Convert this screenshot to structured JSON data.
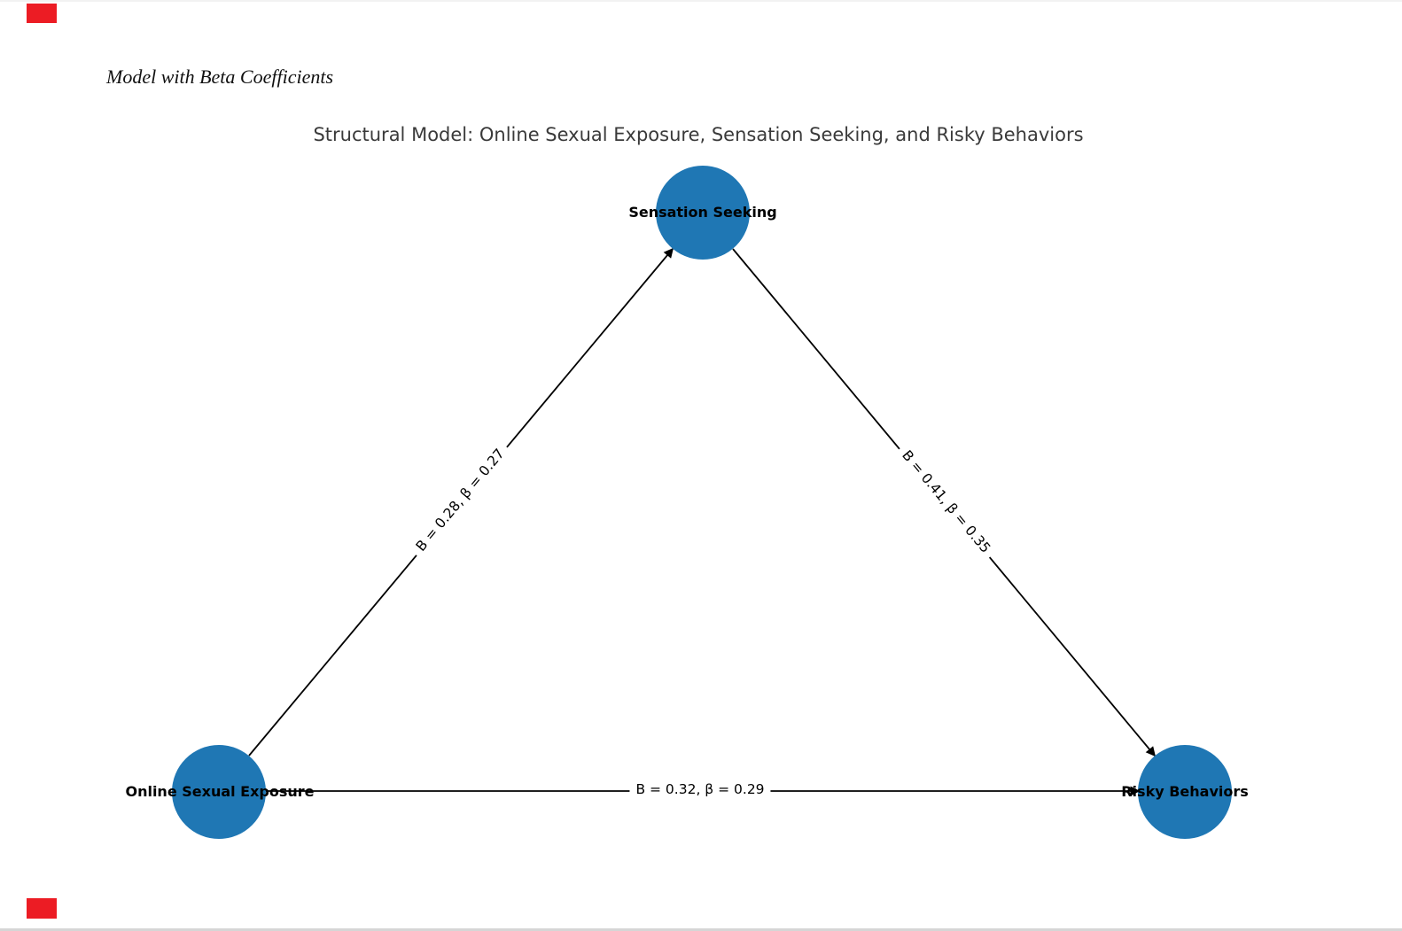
{
  "page": {
    "heading": "Model with Beta Coefficients"
  },
  "diagram": {
    "title": "Structural Model: Online Sexual Exposure, Sensation Seeking, and Risky Behaviors",
    "node_color": "#1f77b4",
    "edge_color": "#000000",
    "nodes": [
      {
        "id": "sensation-seeking",
        "label": "Sensation Seeking"
      },
      {
        "id": "online-sexual-exposure",
        "label": "Online Sexual Exposure"
      },
      {
        "id": "risky-behaviors",
        "label": "Risky Behaviors"
      }
    ],
    "edges": [
      {
        "from": "Online Sexual Exposure",
        "to": "Sensation Seeking",
        "label": "B = 0.28, β = 0.27",
        "B": 0.28,
        "beta": 0.27
      },
      {
        "from": "Sensation Seeking",
        "to": "Risky Behaviors",
        "label": "B = 0.41, β = 0.35",
        "B": 0.41,
        "beta": 0.35
      },
      {
        "from": "Online Sexual Exposure",
        "to": "Risky Behaviors",
        "label": "B = 0.32, β = 0.29",
        "B": 0.32,
        "beta": 0.29
      }
    ]
  },
  "corner_markers": {
    "color": "#ec1c24"
  }
}
